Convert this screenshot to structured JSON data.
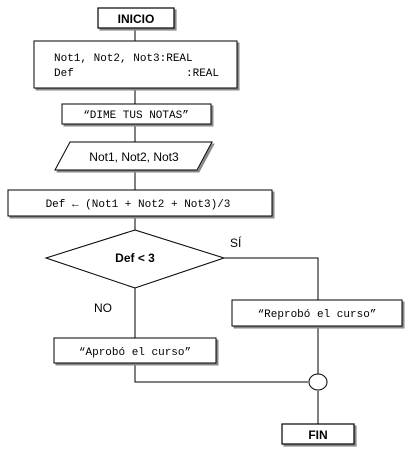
{
  "flowchart": {
    "start_label": "INICIO",
    "declarations": {
      "line1": "Not1, Not2, Not3:REAL",
      "line2_name": "Def",
      "line2_type": ":REAL"
    },
    "prompt_message": "“DIME TUS NOTAS”",
    "input_label": "Not1, Not2, Not3",
    "assignment": "Def ← (Not1 + Not2 + Not3)/3",
    "decision": {
      "condition": "Def < 3",
      "yes_label": "SÍ",
      "no_label": "NO"
    },
    "output_fail": "“Reprobó el curso”",
    "output_pass": "“Aprobó el curso”",
    "end_label": "FIN"
  }
}
